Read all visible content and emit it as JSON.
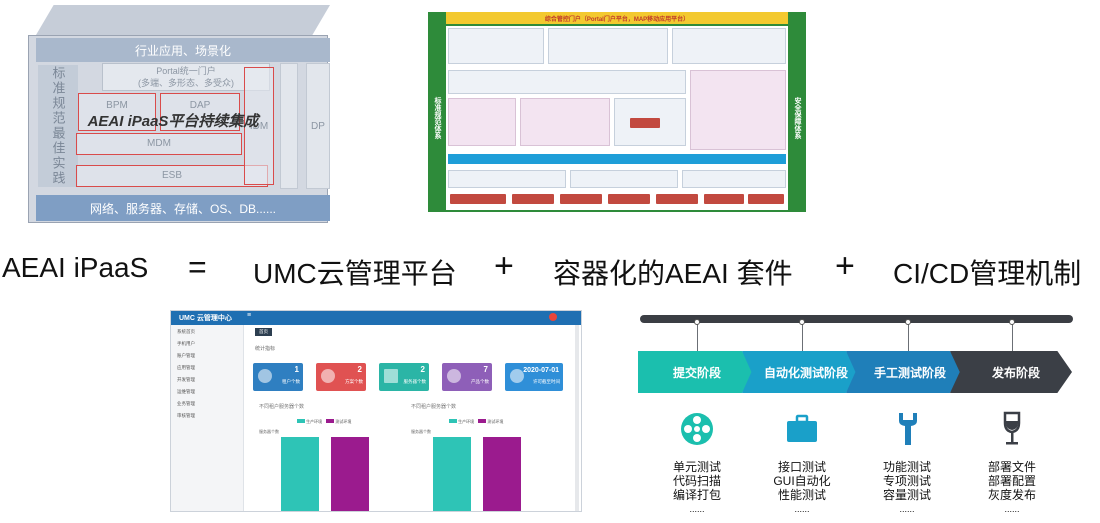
{
  "box_diagram": {
    "top_band": "行业应用、场景化",
    "left_side": "标准规范最佳实践",
    "portal": "Portal统一门户",
    "portal_sub": "(多端、多形态、多受众)",
    "bpm": "BPM",
    "dap": "DAP",
    "mdm": "MDM",
    "esb": "ESB",
    "idm": "IDM",
    "dp": "DP",
    "overlay": "AEAI iPaaS平台持续集成",
    "bottom_band": "网络、服务器、存储、OS、DB......"
  },
  "arch_diagram": {
    "header": "综合管控门户（Portal门户平台，MAP移动应用平台）",
    "left_side": "标准规范体系",
    "right_side": "安全保障体系",
    "colors": {
      "frame": "#2e8b3a",
      "header": "#f3c92f",
      "blue_band": "#1e9ed8",
      "red_blocks": "#c2493f",
      "pink": "#f3e4f1"
    }
  },
  "equation": {
    "lhs": "AEAI iPaaS",
    "eq": "=",
    "term1": "UMC云管理平台",
    "plus1": "+",
    "term2": "容器化的AEAI 套件",
    "plus2": "+",
    "term3": "CI/CD管理机制"
  },
  "dashboard": {
    "title": "UMC 云管理中心",
    "tab": "首页",
    "section": "统计指标",
    "sidebar": [
      "系统首页",
      "手机用户",
      "账户管理",
      "应用管理",
      "开发管理",
      "运维管理",
      "业务管理",
      "审核管理"
    ],
    "cards": [
      {
        "value": "1",
        "label": "租户个数",
        "color": "#2f7fc1"
      },
      {
        "value": "2",
        "label": "方案个数",
        "color": "#e05252"
      },
      {
        "value": "2",
        "label": "服务器个数",
        "color": "#2bb5a6"
      },
      {
        "value": "7",
        "label": "产品个数",
        "color": "#8e5fb8"
      },
      {
        "value": "2020-07-01",
        "label": "许可截至时间",
        "color": "#2f8fd8"
      }
    ],
    "chart_titles": [
      "不同租户服务器个数",
      "不同租户服务器个数"
    ],
    "legend": [
      "生产环境",
      "测试环境"
    ],
    "axis_label": "服务器个数",
    "colors": {
      "series_a": "#2ec4b6",
      "series_b": "#9b1b8e",
      "topbar": "#1f6fb2"
    }
  },
  "pipeline": {
    "stages": [
      {
        "label": "提交阶段",
        "color": "#1bbfae"
      },
      {
        "label": "自动化测试阶段",
        "color": "#1aa0c9"
      },
      {
        "label": "手工测试阶段",
        "color": "#1f7fb9"
      },
      {
        "label": "发布阶段",
        "color": "#3b3f46"
      }
    ],
    "icons": [
      "reel-icon",
      "briefcase-icon",
      "wrench-icon",
      "wine-glass-icon"
    ],
    "items": [
      [
        "单元测试",
        "代码扫描",
        "编译打包",
        "......"
      ],
      [
        "接口测试",
        "GUI自动化",
        "性能测试",
        "......"
      ],
      [
        "功能测试",
        "专项测试",
        "容量测试",
        "......"
      ],
      [
        "部署文件",
        "部署配置",
        "灰度发布",
        "......"
      ]
    ]
  }
}
